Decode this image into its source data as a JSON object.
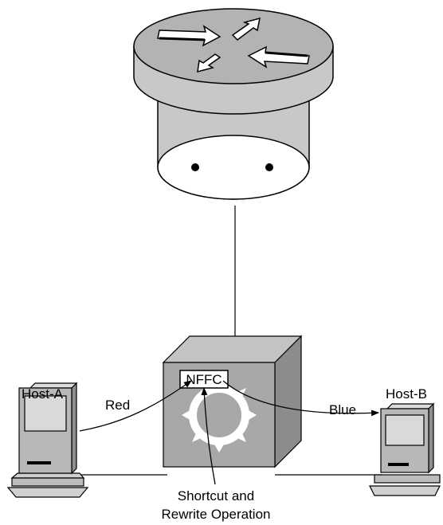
{
  "labels": {
    "host_a": "Host-A",
    "host_b": "Host-B",
    "red": "Red",
    "blue": "Blue",
    "nffc": "NFFC",
    "note_line1": "Shortcut and",
    "note_line2": "Rewrite Operation"
  },
  "colors": {
    "router_top": "#b3b3b3",
    "router_body": "#c8c8c8",
    "switch_front": "#a8a8a8",
    "switch_top": "#c4c4c4",
    "switch_side": "#8c8c8c",
    "screen": "#d9d9d9",
    "stroke": "#000000"
  },
  "icons": {
    "router": "router-icon",
    "switch": "layer3-switch-icon",
    "host_a": "workstation-icon",
    "host_b": "workstation-icon"
  }
}
